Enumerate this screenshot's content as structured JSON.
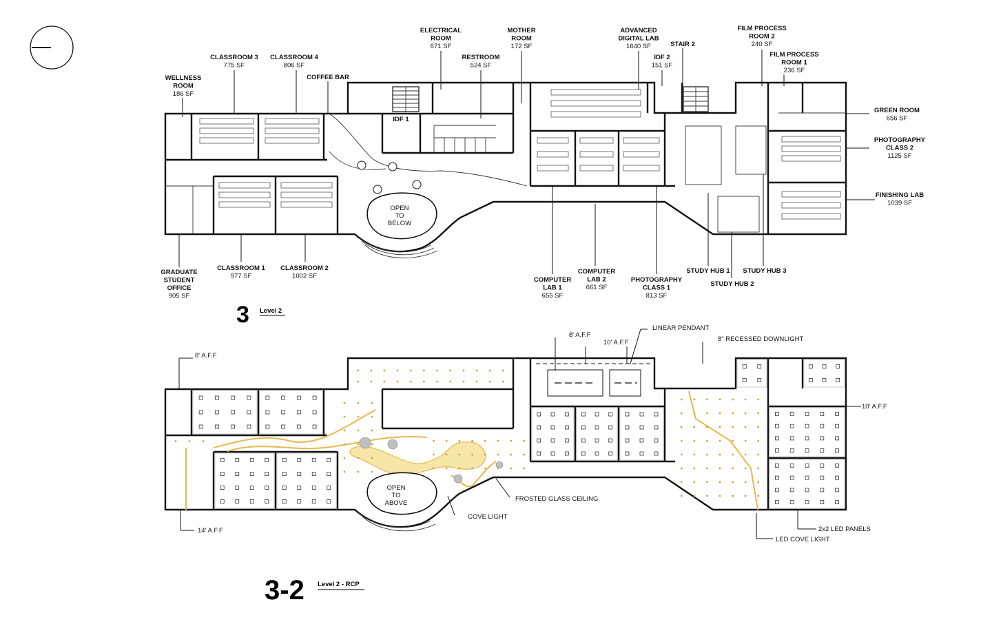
{
  "plan_level2": {
    "view_number": "3",
    "view_title": "Level 2",
    "open_label": [
      "OPEN",
      "TO",
      "BELOW"
    ],
    "rooms": [
      {
        "id": "classroom-3",
        "name": [
          "CLASSROOM 3"
        ],
        "area": "775 SF"
      },
      {
        "id": "classroom-4",
        "name": [
          "CLASSROOM 4"
        ],
        "area": "806 SF"
      },
      {
        "id": "wellness-room",
        "name": [
          "WELLNESS",
          "ROOM"
        ],
        "area": "186 SF"
      },
      {
        "id": "coffee-bar",
        "name": [
          "COFFEE BAR"
        ],
        "area": ""
      },
      {
        "id": "electrical-room",
        "name": [
          "ELECTRICAL",
          "ROOM"
        ],
        "area": "671 SF"
      },
      {
        "id": "restroom",
        "name": [
          "RESTROOM"
        ],
        "area": "524 SF"
      },
      {
        "id": "mother-room",
        "name": [
          "MOTHER",
          "ROOM"
        ],
        "area": "172 SF"
      },
      {
        "id": "advanced-digital-lab",
        "name": [
          "ADVANCED",
          "DIGITAL LAB"
        ],
        "area": "1640 SF"
      },
      {
        "id": "idf-2",
        "name": [
          "IDF 2"
        ],
        "area": "151 SF"
      },
      {
        "id": "stair-2",
        "name": [
          "STAIR 2"
        ],
        "area": ""
      },
      {
        "id": "film-process-room-2",
        "name": [
          "FILM PROCESS",
          "ROOM 2"
        ],
        "area": "240 SF"
      },
      {
        "id": "film-process-room-1",
        "name": [
          "FILM PROCESS",
          "ROOM 1"
        ],
        "area": "236 SF"
      },
      {
        "id": "green-room",
        "name": [
          "GREEN ROOM"
        ],
        "area": "656 SF"
      },
      {
        "id": "photography-class-2",
        "name": [
          "PHOTOGRAPHY",
          "CLASS 2"
        ],
        "area": "1125 SF"
      },
      {
        "id": "finishing-lab",
        "name": [
          "FINISHING LAB"
        ],
        "area": "1039 SF"
      },
      {
        "id": "graduate-student-office",
        "name": [
          "GRADUATE",
          "STUDENT",
          "OFFICE"
        ],
        "area": "905 SF"
      },
      {
        "id": "classroom-1",
        "name": [
          "CLASSROOM 1"
        ],
        "area": "977 SF"
      },
      {
        "id": "classroom-2",
        "name": [
          "CLASSROOM 2"
        ],
        "area": "1002 SF"
      },
      {
        "id": "computer-lab-1",
        "name": [
          "COMPUTER",
          "LAB 1"
        ],
        "area": "655 SF"
      },
      {
        "id": "computer-lab-2",
        "name": [
          "COMPUTER",
          "LAB 2"
        ],
        "area": "661 SF"
      },
      {
        "id": "photography-class-1",
        "name": [
          "PHOTOGRAPHY",
          "CLASS 1"
        ],
        "area": "813 SF"
      },
      {
        "id": "study-hub-1",
        "name": [
          "STUDY HUB 1"
        ],
        "area": ""
      },
      {
        "id": "study-hub-2",
        "name": [
          "STUDY HUB 2"
        ],
        "area": ""
      },
      {
        "id": "study-hub-3",
        "name": [
          "STUDY HUB 3"
        ],
        "area": ""
      },
      {
        "id": "idf-1",
        "name": [
          "IDF 1"
        ],
        "area": ""
      }
    ]
  },
  "plan_rcp": {
    "view_number": "3-2",
    "view_title": "Level 2 - RCP",
    "open_label": [
      "OPEN",
      "TO",
      "ABOVE"
    ],
    "notes": {
      "aff_8_left": "8' A.F.F",
      "aff_8_top": "8' A.F.F",
      "aff_10_top": "10' A.F.F",
      "linear_pendant": "LINEAR PENDANT",
      "recessed_downlight": "8\" RECESSED DOWNLIGHT",
      "aff_10_right": "10' A.F.F",
      "aff_14": "14' A.F.F",
      "frosted_glass": "FROSTED GLASS CEILING",
      "cove_light": "COVE LIGHT",
      "led_panels": "2x2 LED PANELS",
      "led_cove": "LED COVE LIGHT"
    }
  },
  "colors": {
    "line": "#111111",
    "cove": "#e7b84a",
    "frosted_glass": "#f6e7a8",
    "grid": "#9a9a9a",
    "downlight": "#c9a23a"
  }
}
